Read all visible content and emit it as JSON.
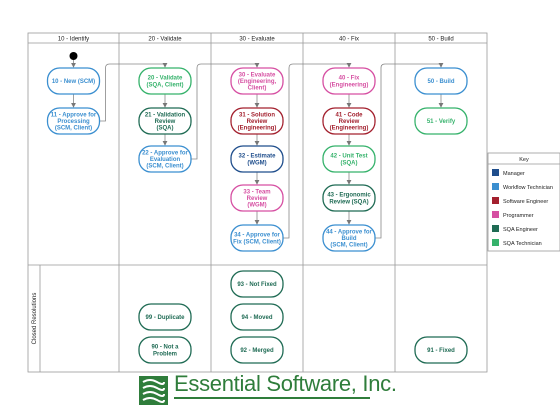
{
  "lanes": [
    {
      "label": "10 - Identify"
    },
    {
      "label": "20 - Validate"
    },
    {
      "label": "30 - Evaluate"
    },
    {
      "label": "40 - Fix"
    },
    {
      "label": "50 - Build"
    }
  ],
  "closed_section_label": "Closed Resolutions",
  "roles": {
    "manager": {
      "label": "Manager",
      "color": "#1f4e8c"
    },
    "workflow_technician": {
      "label": "Workflow Technician",
      "color": "#3b8fd0"
    },
    "software_engineer": {
      "label": "Software Engineer",
      "color": "#a3202e"
    },
    "programmer": {
      "label": "Programmer",
      "color": "#d64fa2"
    },
    "sqa_engineer": {
      "label": "SQA Engineer",
      "color": "#1f6b54"
    },
    "sqa_technician": {
      "label": "SQA Technician",
      "color": "#35b26b"
    }
  },
  "key": {
    "title": "Key",
    "entries": [
      "manager",
      "workflow_technician",
      "software_engineer",
      "programmer",
      "sqa_engineer",
      "sqa_technician"
    ]
  },
  "nodes": [
    {
      "id": "n10",
      "lines": [
        "10 - New (SCM)"
      ],
      "role": "workflow_technician"
    },
    {
      "id": "n11",
      "lines": [
        "11 - Approve for",
        "Processing",
        "(SCM, Client)"
      ],
      "role": "workflow_technician"
    },
    {
      "id": "n20",
      "lines": [
        "20 - Validate",
        "(SQA, Client)"
      ],
      "role": "sqa_technician"
    },
    {
      "id": "n21",
      "lines": [
        "21 - Validation",
        "Review",
        "(SQA)"
      ],
      "role": "sqa_engineer"
    },
    {
      "id": "n22",
      "lines": [
        "22 - Approve for",
        "Evaluation",
        "(SCM, Client)"
      ],
      "role": "workflow_technician"
    },
    {
      "id": "n30",
      "lines": [
        "30 - Evaluate",
        "(Engineering,",
        "Client)"
      ],
      "role": "programmer"
    },
    {
      "id": "n31",
      "lines": [
        "31 - Solution",
        "Review",
        "(Engineering)"
      ],
      "role": "software_engineer"
    },
    {
      "id": "n32",
      "lines": [
        "32 - Estimate",
        "(WGM)"
      ],
      "role": "manager"
    },
    {
      "id": "n33",
      "lines": [
        "33 - Team",
        "Review",
        "(WGM)"
      ],
      "role": "programmer"
    },
    {
      "id": "n34",
      "lines": [
        "34 - Approve for",
        "Fix (SCM, Client)"
      ],
      "role": "workflow_technician"
    },
    {
      "id": "n40",
      "lines": [
        "40 - Fix",
        "(Engineering)"
      ],
      "role": "programmer"
    },
    {
      "id": "n41",
      "lines": [
        "41 - Code",
        "Review",
        "(Engineering)"
      ],
      "role": "software_engineer"
    },
    {
      "id": "n42",
      "lines": [
        "42 - Unit Test",
        "(SQA)"
      ],
      "role": "sqa_technician"
    },
    {
      "id": "n43",
      "lines": [
        "43 - Ergonomic",
        "Review (SQA)"
      ],
      "role": "sqa_engineer"
    },
    {
      "id": "n44",
      "lines": [
        "44 - Approve for",
        "Build",
        "(SCM, Client)"
      ],
      "role": "workflow_technician"
    },
    {
      "id": "n50",
      "lines": [
        "50 - Build"
      ],
      "role": "workflow_technician"
    },
    {
      "id": "n51",
      "lines": [
        "51 - Verify"
      ],
      "role": "sqa_technician"
    },
    {
      "id": "n93",
      "lines": [
        "93 - Not Fixed"
      ],
      "role": "sqa_engineer"
    },
    {
      "id": "n94",
      "lines": [
        "94 - Moved"
      ],
      "role": "sqa_engineer"
    },
    {
      "id": "n92",
      "lines": [
        "92 - Merged"
      ],
      "role": "sqa_engineer"
    },
    {
      "id": "n99",
      "lines": [
        "99 - Duplicate"
      ],
      "role": "sqa_engineer"
    },
    {
      "id": "n90",
      "lines": [
        "90 - Not a",
        "Problem"
      ],
      "role": "sqa_engineer"
    },
    {
      "id": "n91",
      "lines": [
        "91 - Fixed"
      ],
      "role": "sqa_engineer"
    }
  ],
  "edges": [
    [
      "start",
      "n10"
    ],
    [
      "n10",
      "n11"
    ],
    [
      "n11",
      "n20"
    ],
    [
      "n20",
      "n21"
    ],
    [
      "n21",
      "n22"
    ],
    [
      "n22",
      "n30"
    ],
    [
      "n30",
      "n31"
    ],
    [
      "n31",
      "n32"
    ],
    [
      "n32",
      "n33"
    ],
    [
      "n33",
      "n34"
    ],
    [
      "n34",
      "n40"
    ],
    [
      "n40",
      "n41"
    ],
    [
      "n41",
      "n42"
    ],
    [
      "n42",
      "n43"
    ],
    [
      "n43",
      "n44"
    ],
    [
      "n44",
      "n50"
    ],
    [
      "n50",
      "n51"
    ]
  ],
  "company": {
    "name": "Essential Software, Inc.",
    "logo_color": "#2f7d3b"
  }
}
